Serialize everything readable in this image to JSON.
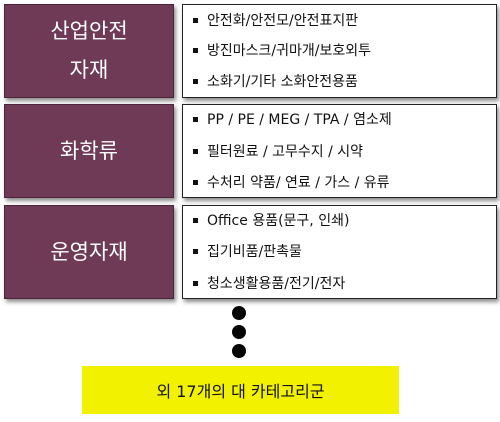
{
  "categories": [
    {
      "label_line1": "산업안전",
      "label_line2": "자재",
      "items": [
        "안전화/안전모/안전표지판",
        "방진마스크/귀마개/보호외투",
        "소화기/기타 소화안전용품"
      ]
    },
    {
      "label_line1": "화학류",
      "items": [
        "PP / PE / MEG / TPA / 염소제",
        "필터원료 / 고무수지 / 시약",
        "수처리 약품/ 연료 / 가스 / 유류"
      ]
    },
    {
      "label_line1": "운영자재",
      "items": [
        "Office 용품(문구, 인쇄)",
        "집기비품/판촉물",
        "청소생활용품/전기/전자"
      ]
    }
  ],
  "footer": {
    "text": "외 17개의 대 카테고리군"
  },
  "colors": {
    "category_bg": "#6e3a55",
    "footer_bg": "#f2f200"
  }
}
